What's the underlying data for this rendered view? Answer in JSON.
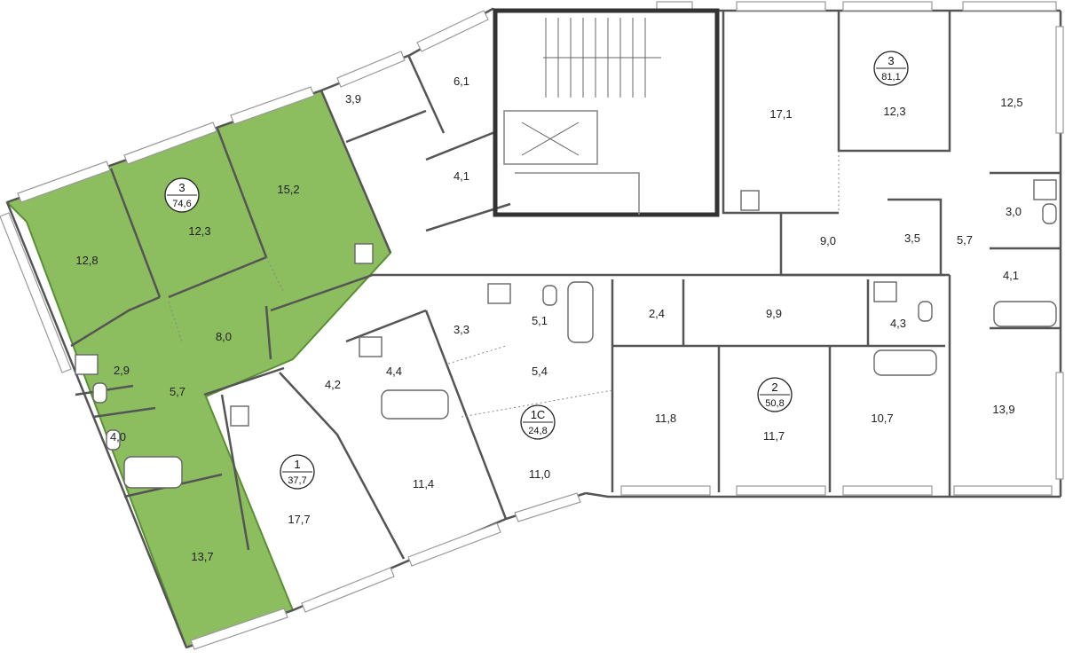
{
  "plan": {
    "highlight_color": "#8cbd5e",
    "highlight_stroke": "#5b8f35",
    "wall_color": "#555555",
    "apartments": [
      {
        "id": "apt-3-left",
        "number": "3",
        "area": "74,6"
      },
      {
        "id": "apt-3-right",
        "number": "3",
        "area": "81,1"
      },
      {
        "id": "apt-1",
        "number": "1",
        "area": "37,7"
      },
      {
        "id": "apt-1c",
        "number": "1С",
        "area": "24,8"
      },
      {
        "id": "apt-2",
        "number": "2",
        "area": "50,8"
      }
    ],
    "rooms": [
      {
        "id": "r1",
        "area": "12,8"
      },
      {
        "id": "r2",
        "area": "12,3"
      },
      {
        "id": "r3",
        "area": "15,2"
      },
      {
        "id": "r4",
        "area": "8,0"
      },
      {
        "id": "r5",
        "area": "2,9"
      },
      {
        "id": "r6",
        "area": "5,7"
      },
      {
        "id": "r7",
        "area": "4,0"
      },
      {
        "id": "r8",
        "area": "13,7"
      },
      {
        "id": "r9",
        "area": "3,9"
      },
      {
        "id": "r10",
        "area": "6,1"
      },
      {
        "id": "r11",
        "area": "4,1"
      },
      {
        "id": "r12",
        "area": "17,1"
      },
      {
        "id": "r13",
        "area": "12,3"
      },
      {
        "id": "r14",
        "area": "12,5"
      },
      {
        "id": "r15",
        "area": "3,0"
      },
      {
        "id": "r16",
        "area": "9,0"
      },
      {
        "id": "r17",
        "area": "3,5"
      },
      {
        "id": "r18",
        "area": "5,7"
      },
      {
        "id": "r19",
        "area": "4,1"
      },
      {
        "id": "r20",
        "area": "5,1"
      },
      {
        "id": "r21",
        "area": "2,4"
      },
      {
        "id": "r22",
        "area": "9,9"
      },
      {
        "id": "r23",
        "area": "4,3"
      },
      {
        "id": "r24",
        "area": "3,3"
      },
      {
        "id": "r25",
        "area": "5,4"
      },
      {
        "id": "r26",
        "area": "4,2"
      },
      {
        "id": "r27",
        "area": "4,4"
      },
      {
        "id": "r28",
        "area": "11,8"
      },
      {
        "id": "r29",
        "area": "11,7"
      },
      {
        "id": "r30",
        "area": "10,7"
      },
      {
        "id": "r31",
        "area": "13,9"
      },
      {
        "id": "r32",
        "area": "17,7"
      },
      {
        "id": "r33",
        "area": "11,4"
      },
      {
        "id": "r34",
        "area": "11,0"
      }
    ]
  }
}
